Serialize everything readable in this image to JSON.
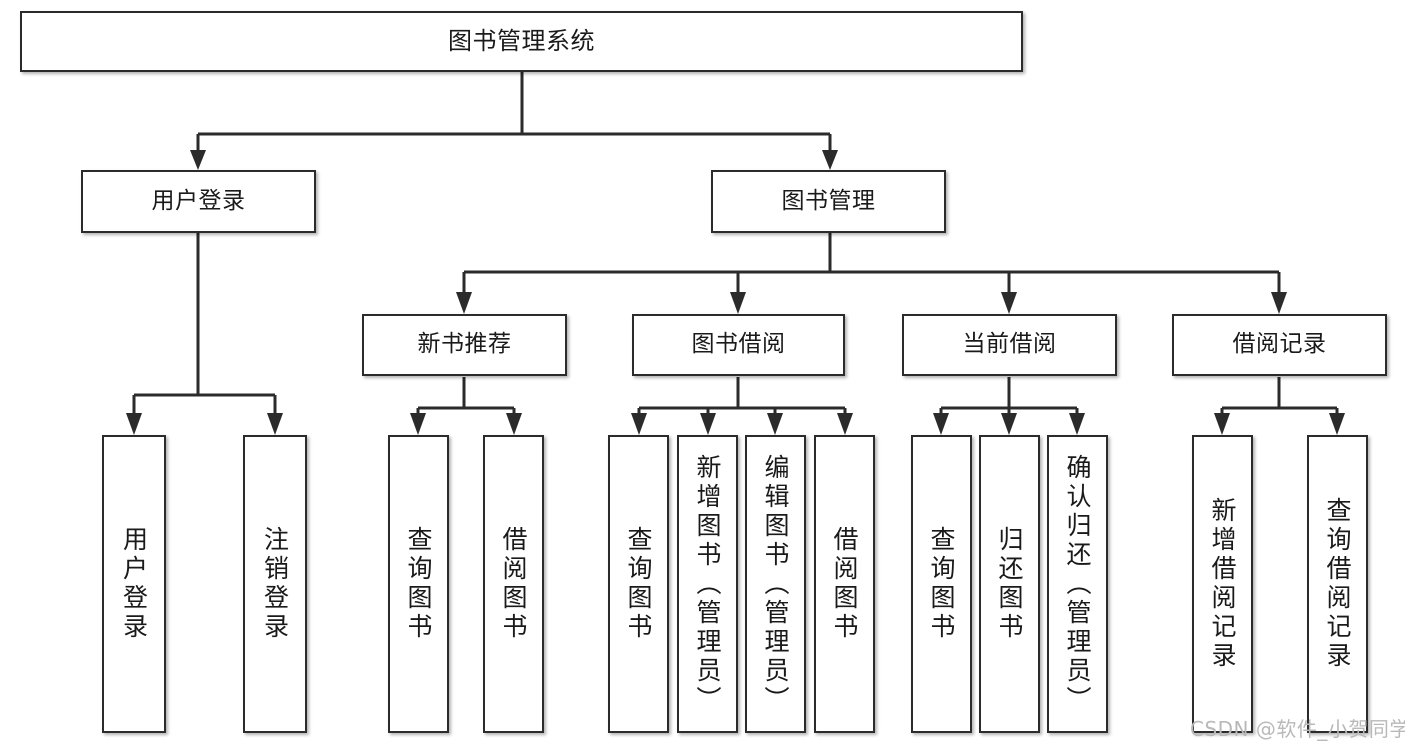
{
  "diagram": {
    "title": "图书管理系统",
    "type": "tree-hierarchy",
    "watermark": "CSDN @软件_小贺同学",
    "colors": {
      "stroke": "#2b2b2b",
      "fill": "#ffffff",
      "text": "#1a1a1a",
      "watermark": "#b9b9b9"
    },
    "levels": {
      "root": "图书管理系统",
      "level2": [
        "用户登录",
        "图书管理"
      ],
      "level3": [
        "新书推荐",
        "图书借阅",
        "当前借阅",
        "借阅记录"
      ]
    },
    "nodes": {
      "root": {
        "label": "图书管理系统"
      },
      "user_login": {
        "label": "用户登录"
      },
      "book_manage": {
        "label": "图书管理"
      },
      "new_book_rec": {
        "label": "新书推荐"
      },
      "book_borrow": {
        "label": "图书借阅"
      },
      "current_borrow": {
        "label": "当前借阅"
      },
      "borrow_record": {
        "label": "借阅记录"
      }
    },
    "leaves": {
      "user_login": [
        {
          "label": "用户登录"
        },
        {
          "label": "注销登录"
        }
      ],
      "new_book_rec": [
        {
          "label": "查询图书"
        },
        {
          "label": "借阅图书"
        }
      ],
      "book_borrow": [
        {
          "label": "查询图书"
        },
        {
          "label": "新增图书（管理员）"
        },
        {
          "label": "编辑图书（管理员）"
        },
        {
          "label": "借阅图书"
        }
      ],
      "current_borrow": [
        {
          "label": "查询图书"
        },
        {
          "label": "归还图书"
        },
        {
          "label": "确认归还（管理员）"
        }
      ],
      "borrow_record": [
        {
          "label": "新增借阅记录"
        },
        {
          "label": "查询借阅记录"
        }
      ]
    }
  }
}
